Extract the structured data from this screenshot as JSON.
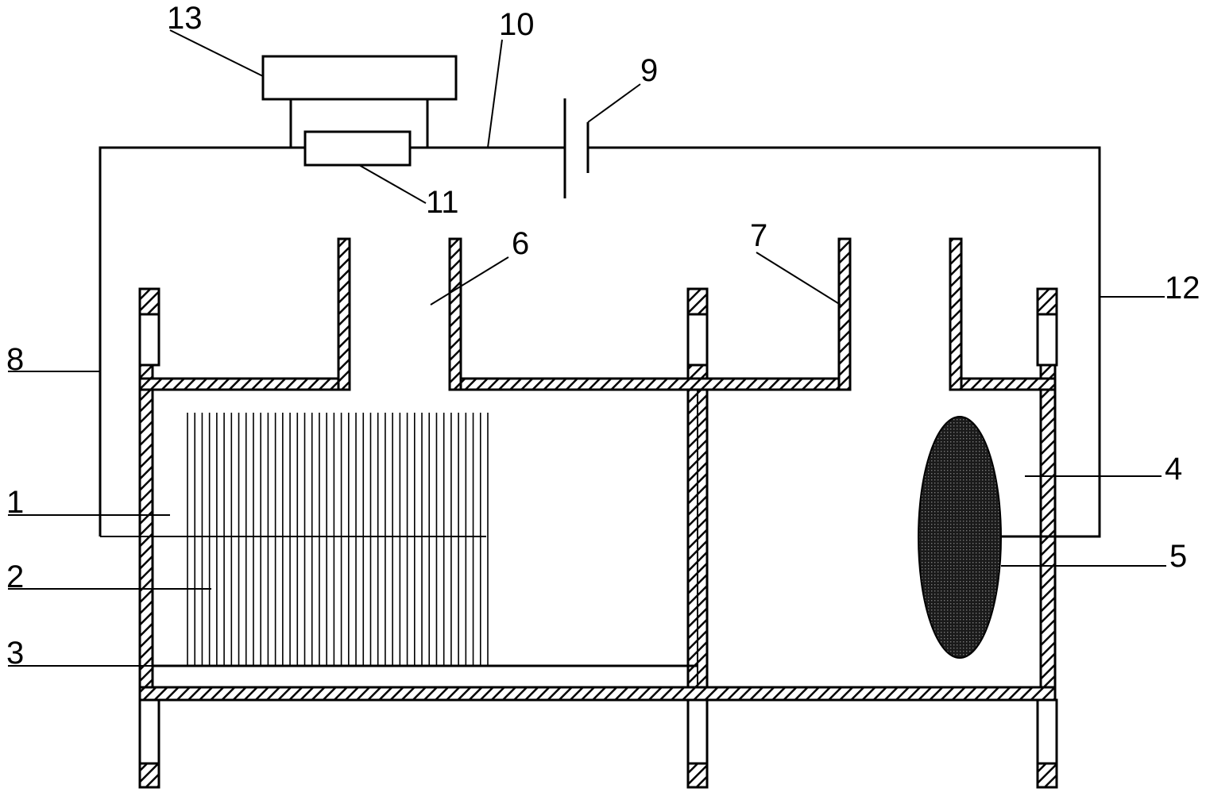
{
  "labels": {
    "l1": "1",
    "l2": "2",
    "l3": "3",
    "l4": "4",
    "l5": "5",
    "l6": "6",
    "l7": "7",
    "l8": "8",
    "l9": "9",
    "l10": "10",
    "l11": "11",
    "l12": "12",
    "l13": "13"
  },
  "colors": {
    "line": "#000000",
    "background": "#ffffff",
    "hatch": "#000000"
  }
}
